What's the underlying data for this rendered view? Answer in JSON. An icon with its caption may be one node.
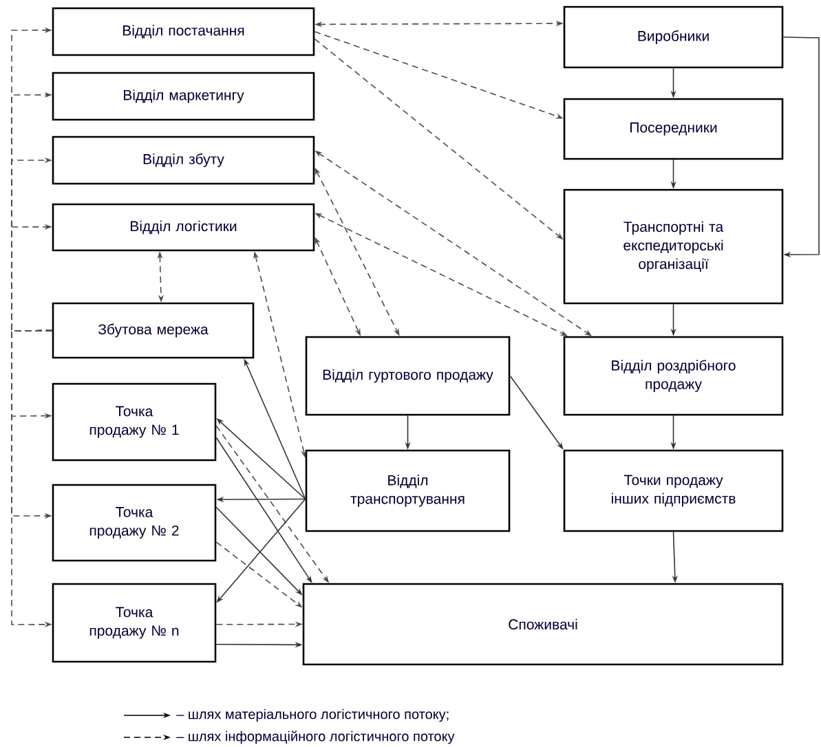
{
  "diagram": {
    "nodes": [
      {
        "text": [
          "Відділ постачання"
        ]
      },
      {
        "text": [
          "Відділ маркетингу"
        ]
      },
      {
        "text": [
          "Відділ збуту"
        ]
      },
      {
        "text": [
          "Відділ логістики"
        ]
      },
      {
        "text": [
          "Виробники"
        ]
      },
      {
        "text": [
          "Посередники"
        ]
      },
      {
        "text": [
          "Транспортні та експедиторські організації"
        ]
      },
      {
        "text": [
          "Збутова мережа"
        ]
      },
      {
        "text": [
          "Точка продажу № 1"
        ]
      },
      {
        "text": [
          "Точка продажу № 2"
        ]
      },
      {
        "text": [
          "Точка продажу № n"
        ]
      },
      {
        "text": [
          "Відділ гуртового продажу"
        ]
      },
      {
        "text": [
          "Відділ роздрібного продажу"
        ]
      },
      {
        "text": [
          "Відділ транспортування"
        ]
      },
      {
        "text": [
          "Точки продажу інших підприємств"
        ]
      },
      {
        "text": [
          "Споживачі"
        ]
      }
    ],
    "edges": [
      {
        "from": 7,
        "to": 0,
        "arrow": "to",
        "style": "dashed"
      },
      {
        "from": 7,
        "to": 1,
        "arrow": "to",
        "style": "dashed"
      },
      {
        "from": 7,
        "to": 2,
        "arrow": "to",
        "style": "dashed"
      },
      {
        "from": 7,
        "to": 3,
        "arrow": "to",
        "style": "dashed"
      },
      {
        "from": 7,
        "to": 8,
        "arrow": "to",
        "style": "dashed"
      },
      {
        "from": 7,
        "to": 9,
        "arrow": "to",
        "style": "dashed"
      },
      {
        "from": 7,
        "to": 10,
        "arrow": "to",
        "style": "dashed"
      },
      {
        "from": 0,
        "to": 4,
        "arrow": "both",
        "style": "dashed"
      },
      {
        "from": 0,
        "to": 5,
        "arrow": "to",
        "style": "dashed"
      },
      {
        "from": 0,
        "to": 6,
        "arrow": "to",
        "style": "dashed"
      },
      {
        "from": 2,
        "to": 12,
        "arrow": "both",
        "style": "dashed"
      },
      {
        "from": 2,
        "to": 11,
        "arrow": "both",
        "style": "dashed"
      },
      {
        "from": 3,
        "to": 12,
        "arrow": "both",
        "style": "dashed"
      },
      {
        "from": 3,
        "to": 11,
        "arrow": "both",
        "style": "dashed"
      },
      {
        "from": 3,
        "to": 7,
        "arrow": "both",
        "style": "dashed"
      },
      {
        "from": 3,
        "to": 13,
        "arrow": "both",
        "style": "dashed"
      },
      {
        "from": 8,
        "to": 15,
        "arrow": "to",
        "style": "dashed"
      },
      {
        "from": 8,
        "to": 15,
        "arrow": "to"
      },
      {
        "from": 9,
        "to": 15,
        "arrow": "to"
      },
      {
        "from": 9,
        "to": 15,
        "arrow": "to",
        "style": "dashed"
      },
      {
        "from": 10,
        "to": 15,
        "arrow": "to",
        "style": "dashed"
      },
      {
        "from": 10,
        "to": 15,
        "arrow": "to"
      },
      {
        "from": 13,
        "to": 7,
        "arrow": "to"
      },
      {
        "from": 13,
        "to": 8,
        "arrow": "to"
      },
      {
        "from": 13,
        "to": 9,
        "arrow": "to"
      },
      {
        "from": 13,
        "to": 10,
        "arrow": "to"
      },
      {
        "from": 4,
        "to": 5,
        "arrow": "to"
      },
      {
        "from": 5,
        "to": 6,
        "arrow": "to"
      },
      {
        "from": 6,
        "to": 12,
        "arrow": "to"
      },
      {
        "from": 12,
        "to": 14,
        "arrow": "to"
      },
      {
        "from": 14,
        "to": 15,
        "arrow": "to"
      },
      {
        "from": 11,
        "to": 13,
        "arrow": "to"
      },
      {
        "from": 11,
        "to": 14,
        "arrow": "to"
      },
      {
        "from": 4,
        "to": 6,
        "arrow": "to"
      }
    ],
    "legend": [
      {
        "text": "– шлях матеріального логістичного потоку;"
      },
      {
        "text": "– шлях інформаційного логістичного потоку"
      }
    ]
  }
}
